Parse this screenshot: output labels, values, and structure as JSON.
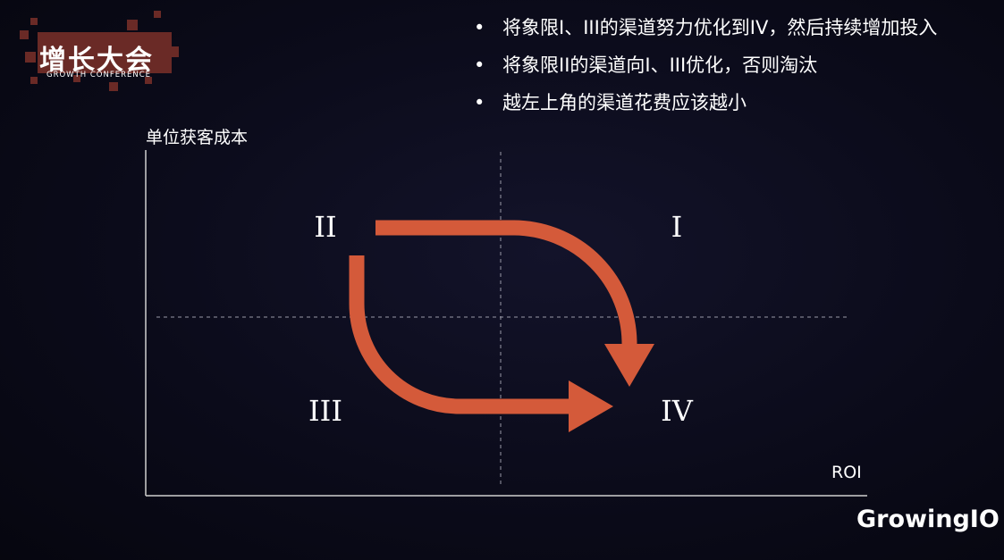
{
  "logo": {
    "title": "增长大会",
    "subtitle": "GROWTH CONFERENCE"
  },
  "bullets": [
    "将象限I、III的渠道努力优化到IV，然后持续增加投入",
    "将象限II的渠道向I、III优化，否则淘汰",
    "越左上角的渠道花费应该越小"
  ],
  "axes": {
    "y_label": "单位获客成本",
    "x_label": "ROI"
  },
  "quadrants": {
    "top_left": "II",
    "top_right": "I",
    "bottom_left": "III",
    "bottom_right": "IV"
  },
  "colors": {
    "arrow": "#d45a3a",
    "axis": "#cfcfcf",
    "grid": "#9a9aa8"
  },
  "brand": "GrowingIO"
}
